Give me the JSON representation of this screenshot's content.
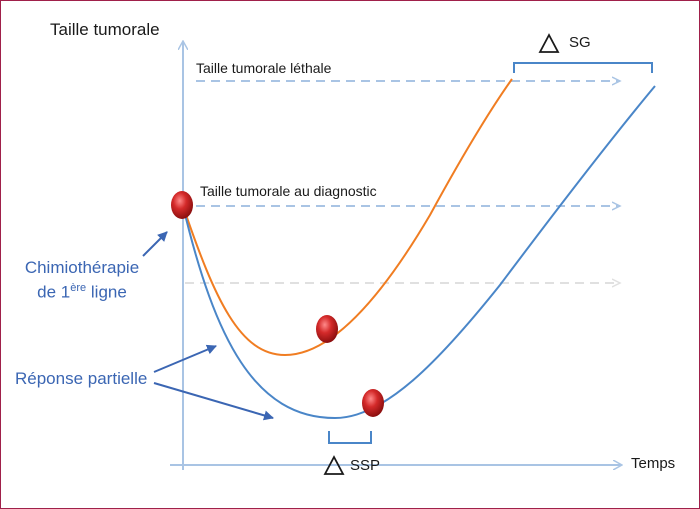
{
  "labels": {
    "y_axis": "Taille tumorale",
    "x_axis": "Temps",
    "lethal_size": "Taille tumorale léthale",
    "diagnosis_size": "Taille tumorale au diagnostic",
    "chemo_line1": "Chimiothérapie",
    "chemo_line2_prefix": "de 1",
    "chemo_line2_sup": "ère",
    "chemo_line2_suffix": " ligne",
    "partial_response": "Réponse partielle",
    "delta_sg": "SG",
    "delta_ssp": "SSP",
    "delta_symbol": "△"
  },
  "colors": {
    "axis": "#a9c4e4",
    "blue_curve": "#4a86c8",
    "orange_curve": "#f07d22",
    "dashed_lethal": "#a9c4e4",
    "dashed_light": "#e6e6e6",
    "marker": "#d42a2a",
    "annotation": "#3b66b3",
    "bracket": "#4a86c8"
  }
}
